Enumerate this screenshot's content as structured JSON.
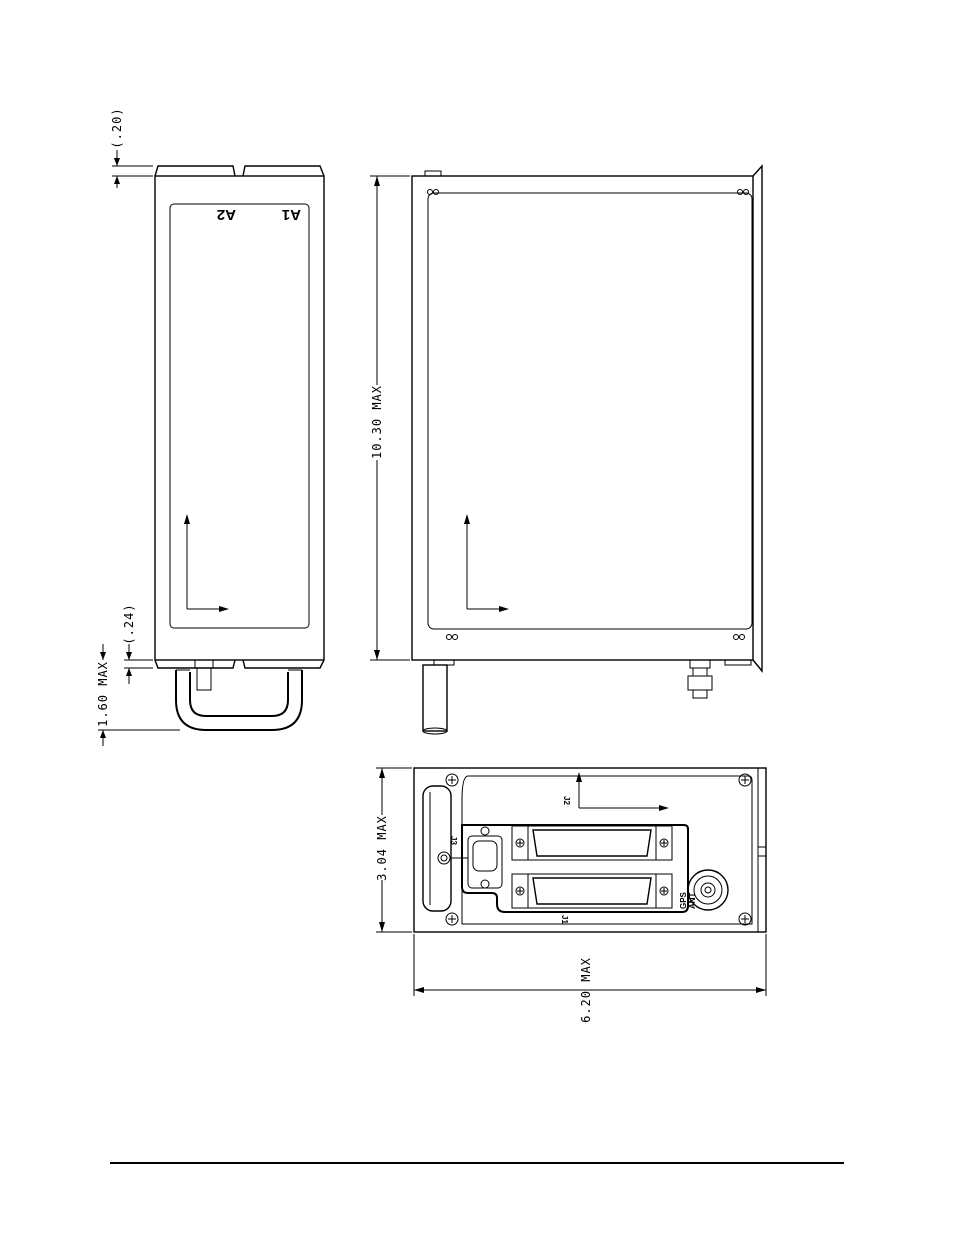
{
  "dimensions": {
    "side_top_offset": "(.20)",
    "side_bottom_offset": "(.24)",
    "side_height": "1.60 MAX",
    "top_length": "10.30 MAX",
    "rear_height": "3.04 MAX",
    "rear_width": "6.20 MAX"
  },
  "labels": {
    "a1": "A1",
    "a2": "A2",
    "j1": "J1",
    "j2": "J2",
    "j3": "J3",
    "gps_ant_line1": "GPS",
    "gps_ant_line2": "ANT"
  }
}
